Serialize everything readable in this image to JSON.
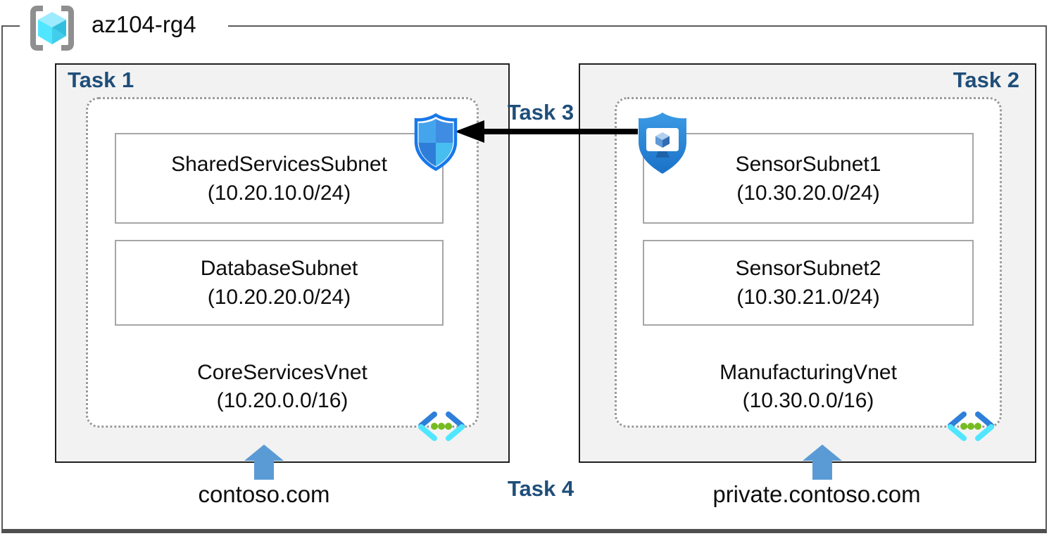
{
  "resource_group": {
    "name": "az104-rg4"
  },
  "task_labels": {
    "task1": "Task 1",
    "task2": "Task 2",
    "task3": "Task 3",
    "task4": "Task 4"
  },
  "left_zone": {
    "vnet_name": "CoreServicesVnet",
    "vnet_cidr": "(10.20.0.0/16)",
    "dns_zone": "contoso.com",
    "subnets": [
      {
        "name": "SharedServicesSubnet",
        "cidr": "(10.20.10.0/24)"
      },
      {
        "name": "DatabaseSubnet",
        "cidr": "(10.20.20.0/24)"
      }
    ]
  },
  "right_zone": {
    "vnet_name": "ManufacturingVnet",
    "vnet_cidr": "(10.30.0.0/16)",
    "dns_zone": "private.contoso.com",
    "subnets": [
      {
        "name": "SensorSubnet1",
        "cidr": "(10.30.20.0/24)"
      },
      {
        "name": "SensorSubnet2",
        "cidr": "(10.30.21.0/24)"
      }
    ]
  },
  "icons": {
    "resource_group": "resource-group-brackets-cube",
    "nsg": "network-security-group-checkered-shield",
    "asg": "application-security-group-monitor-shield",
    "vnet": "virtual-network-chevrons-dots",
    "dns_arrow": "blue-up-block-arrow",
    "flow_arrow": "black-left-arrow"
  },
  "colors": {
    "task_label": "#1F4E79",
    "task_box_fill": "#F2F2F2",
    "task_box_border": "#1F1F1F",
    "dotted_border": "#9B9B9B",
    "subnet_border": "#A6A6A6",
    "up_arrow": "#5B9BD5",
    "flow_arrow": "#000000",
    "vnet_chevron_dark": "#2E7FD9",
    "vnet_chevron_light": "#50E6FF",
    "vnet_dots": "#76BC21",
    "asg_shield": "#2E8BD8",
    "nsg_border": "#1778E8"
  }
}
